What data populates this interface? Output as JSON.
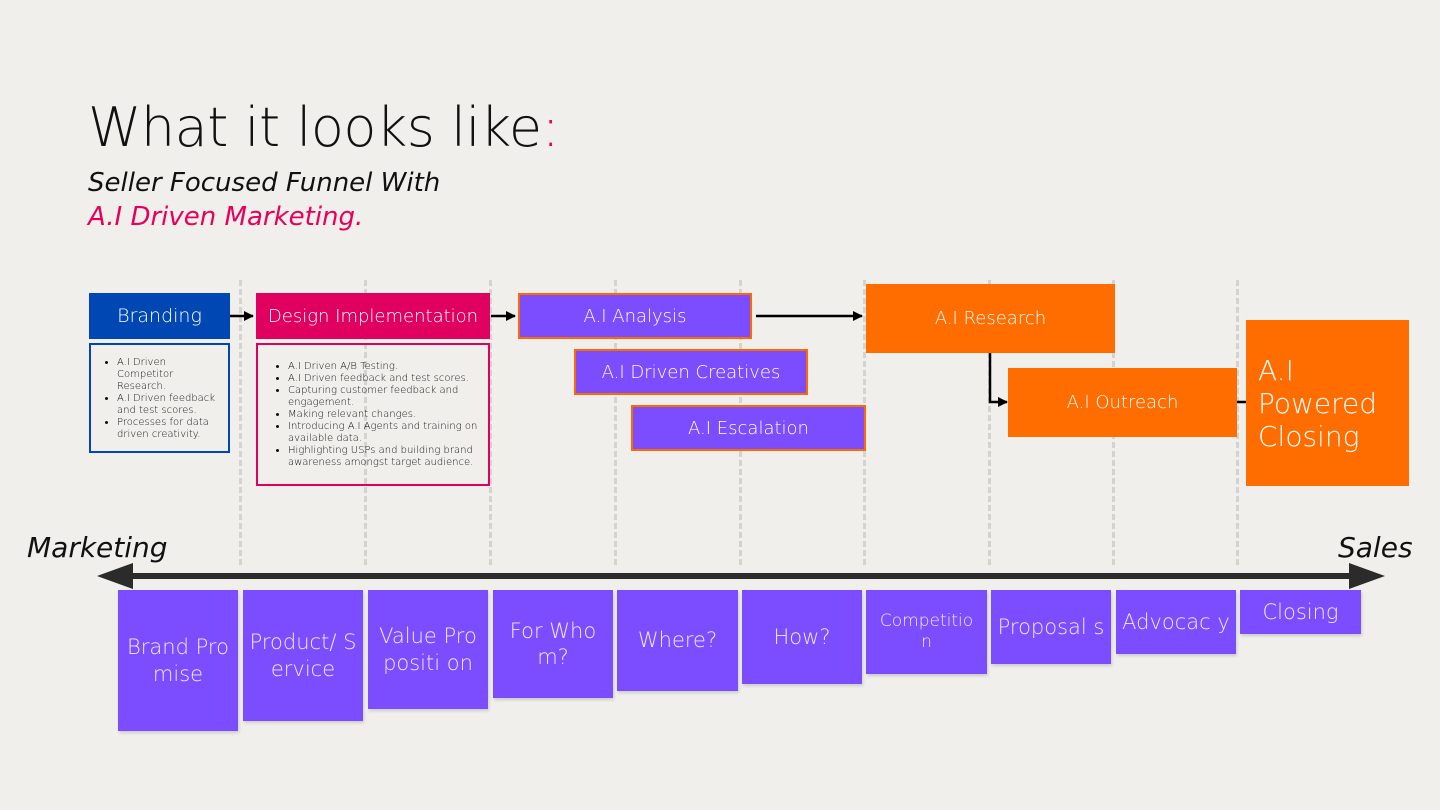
{
  "title": {
    "main": "What it looks like",
    "colon": ":"
  },
  "subtitle": {
    "line1": "Seller Focused Funnel With",
    "line2": "A.I Driven Marketing."
  },
  "stages": {
    "branding": "Branding",
    "design": "Design Implementation",
    "ai_analysis": "A.I Analysis",
    "ai_creatives": "A.I Driven Creatives",
    "ai_escalation": "A.I Escalation",
    "ai_research": "A.I Research",
    "ai_outreach": "A.I Outreach",
    "ai_closing": "A.I Powered Closing"
  },
  "branding_details": [
    "A.I Driven Competitor Research.",
    "A.I Driven feedback and test scores.",
    "Processes for data driven creativity."
  ],
  "design_details": [
    "A.I Driven A/B Testing.",
    "A.I Driven feedback and test scores.",
    "Capturing customer feedback and engagement.",
    "Making relevant changes.",
    "Introducing A.I Agents and training on available data.",
    "Highlighting USPs and building brand awareness amongst target audience."
  ],
  "axis": {
    "left": "Marketing",
    "right": "Sales"
  },
  "notes": [
    "Brand Promise",
    "Product/ Service",
    "Value Propositi on",
    "For Whom?",
    "Where?",
    "How?",
    "Competitio n",
    "Proposal s",
    "Advocac y",
    "Closing"
  ],
  "colors": {
    "blue": "#0047b3",
    "pink": "#e0005f",
    "purple": "#7c4dff",
    "orange": "#ff6d00",
    "accent": "#e6005c",
    "background": "#f0efec"
  }
}
